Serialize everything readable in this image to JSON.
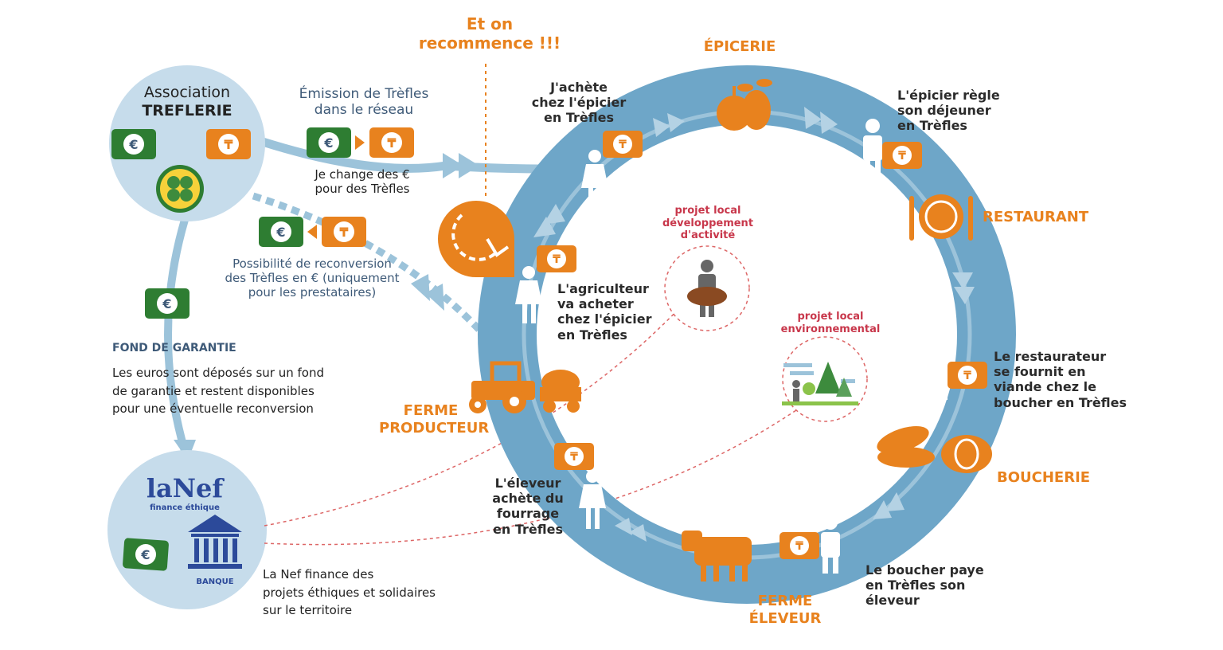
{
  "association": {
    "line1": "Association",
    "line2": "TREFLERIE"
  },
  "emission": {
    "line1": "Émission de Trèfles",
    "line2": "dans le réseau"
  },
  "change": {
    "line1": "Je change des €",
    "line2": "pour des Trèfles"
  },
  "reconversion": {
    "line1": "Possibilité de reconversion",
    "line2": "des Trèfles en € (uniquement",
    "line3": "pour les prestataires)"
  },
  "fond": {
    "title": "FOND DE GARANTIE",
    "line1": "Les euros sont déposés sur un fond",
    "line2": "de garantie et restent disponibles",
    "line3": "pour une éventuelle reconversion"
  },
  "nef": {
    "logo": "laNef",
    "tagline": "finance éthique",
    "bank": "BANQUE",
    "line1": "La Nef finance des",
    "line2": "projets éthiques et solidaires",
    "line3": "sur le territoire"
  },
  "restart": {
    "line1": "Et on",
    "line2": "recommence !!!"
  },
  "stations": {
    "epicerie": "ÉPICERIE",
    "restaurant": "RESTAURANT",
    "boucherie": "BOUCHERIE",
    "eleveur_line1": "FERME",
    "eleveur_line2": "ÉLEVEUR",
    "producteur_line1": "FERME",
    "producteur_line2": "PRODUCTEUR"
  },
  "steps": {
    "achete": [
      "J'achète",
      "chez l'épicier",
      "en Trèfles"
    ],
    "epicier": [
      "L'épicier règle",
      "son déjeuner",
      "en Trèfles"
    ],
    "restaurateur": [
      "Le restaurateur",
      "se fournit en",
      "viande chez le",
      "boucher en Trèfles"
    ],
    "boucher": [
      "Le boucher paye",
      "en Trèfles son",
      "éleveur"
    ],
    "eleveur": [
      "L'éleveur",
      "achète du",
      "fourrage",
      "en Trèfles"
    ],
    "agriculteur": [
      "L'agriculteur",
      "va acheter",
      "chez l'épicier",
      "en Trèfles"
    ]
  },
  "projets": {
    "dev": [
      "projet local",
      "développement",
      "d'activité"
    ],
    "env": [
      "projet local",
      "environnemental"
    ]
  },
  "symbols": {
    "euro": "€",
    "trefle": "₸"
  },
  "colors": {
    "ring": "#6ea6c8",
    "ring_light": "#9cc3da",
    "circle_bg": "#c6dceb",
    "orange": "#e8821e",
    "green": "#2e7d32",
    "navy": "#3e5a78",
    "red": "#c8374b"
  }
}
